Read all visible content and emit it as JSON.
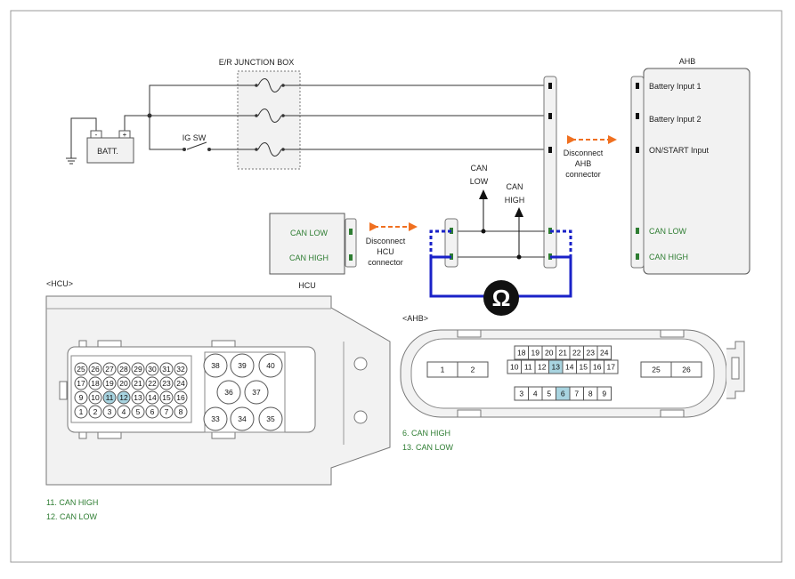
{
  "junction_box": {
    "title": "E/R JUNCTION BOX"
  },
  "battery": {
    "label": "BATT.",
    "minus": "-",
    "plus": "+"
  },
  "ig_switch": {
    "label": "IG SW"
  },
  "can_labels": {
    "low_1": "CAN",
    "low_2": "LOW",
    "high_1": "CAN",
    "high_2": "HIGH"
  },
  "hcu_block": {
    "can_low": "CAN LOW",
    "can_high": "CAN HIGH",
    "title": "HCU"
  },
  "disconnect_hcu": [
    "Disconnect",
    "HCU",
    "connector"
  ],
  "disconnect_ahb": [
    "Disconnect",
    "AHB",
    "connector"
  ],
  "ahb_block": {
    "title": "AHB",
    "battery_input_1": "Battery Input 1",
    "battery_input_2": "Battery Input 2",
    "on_start_input": "ON/START Input",
    "can_low": "CAN LOW",
    "can_high": "CAN HIGH"
  },
  "ohm_symbol": "Ω",
  "hcu_connector": {
    "title": "<HCU>",
    "rows": [
      [
        "25",
        "26",
        "27",
        "28",
        "29",
        "30",
        "31",
        "32"
      ],
      [
        "17",
        "18",
        "19",
        "20",
        "21",
        "22",
        "23",
        "24"
      ],
      [
        "9",
        "10",
        "11",
        "12",
        "13",
        "14",
        "15",
        "16"
      ],
      [
        "1",
        "2",
        "3",
        "4",
        "5",
        "6",
        "7",
        "8"
      ]
    ],
    "large_pins": [
      "38",
      "39",
      "40",
      "36",
      "37",
      "33",
      "34",
      "35"
    ],
    "highlighted": [
      "11",
      "12"
    ],
    "legend": [
      "11. CAN HIGH",
      "12. CAN LOW"
    ]
  },
  "ahb_connector": {
    "title": "<AHB>",
    "row_top": [
      "18",
      "19",
      "20",
      "21",
      "22",
      "23",
      "24"
    ],
    "row_mid": [
      "10",
      "11",
      "12",
      "13",
      "14",
      "15",
      "16",
      "17"
    ],
    "row_bottom": [
      "3",
      "4",
      "5",
      "6",
      "7",
      "8",
      "9"
    ],
    "left_pins": [
      "1",
      "2"
    ],
    "right_pins": [
      "25",
      "26"
    ],
    "highlighted": [
      "13",
      "6"
    ],
    "legend": [
      "6. CAN HIGH",
      "13. CAN LOW"
    ]
  },
  "colors": {
    "can_green": "#2e7d32",
    "probe_blue": "#1a22c8",
    "arrow_orange": "#f07020",
    "highlight": "#a8d4e0"
  }
}
